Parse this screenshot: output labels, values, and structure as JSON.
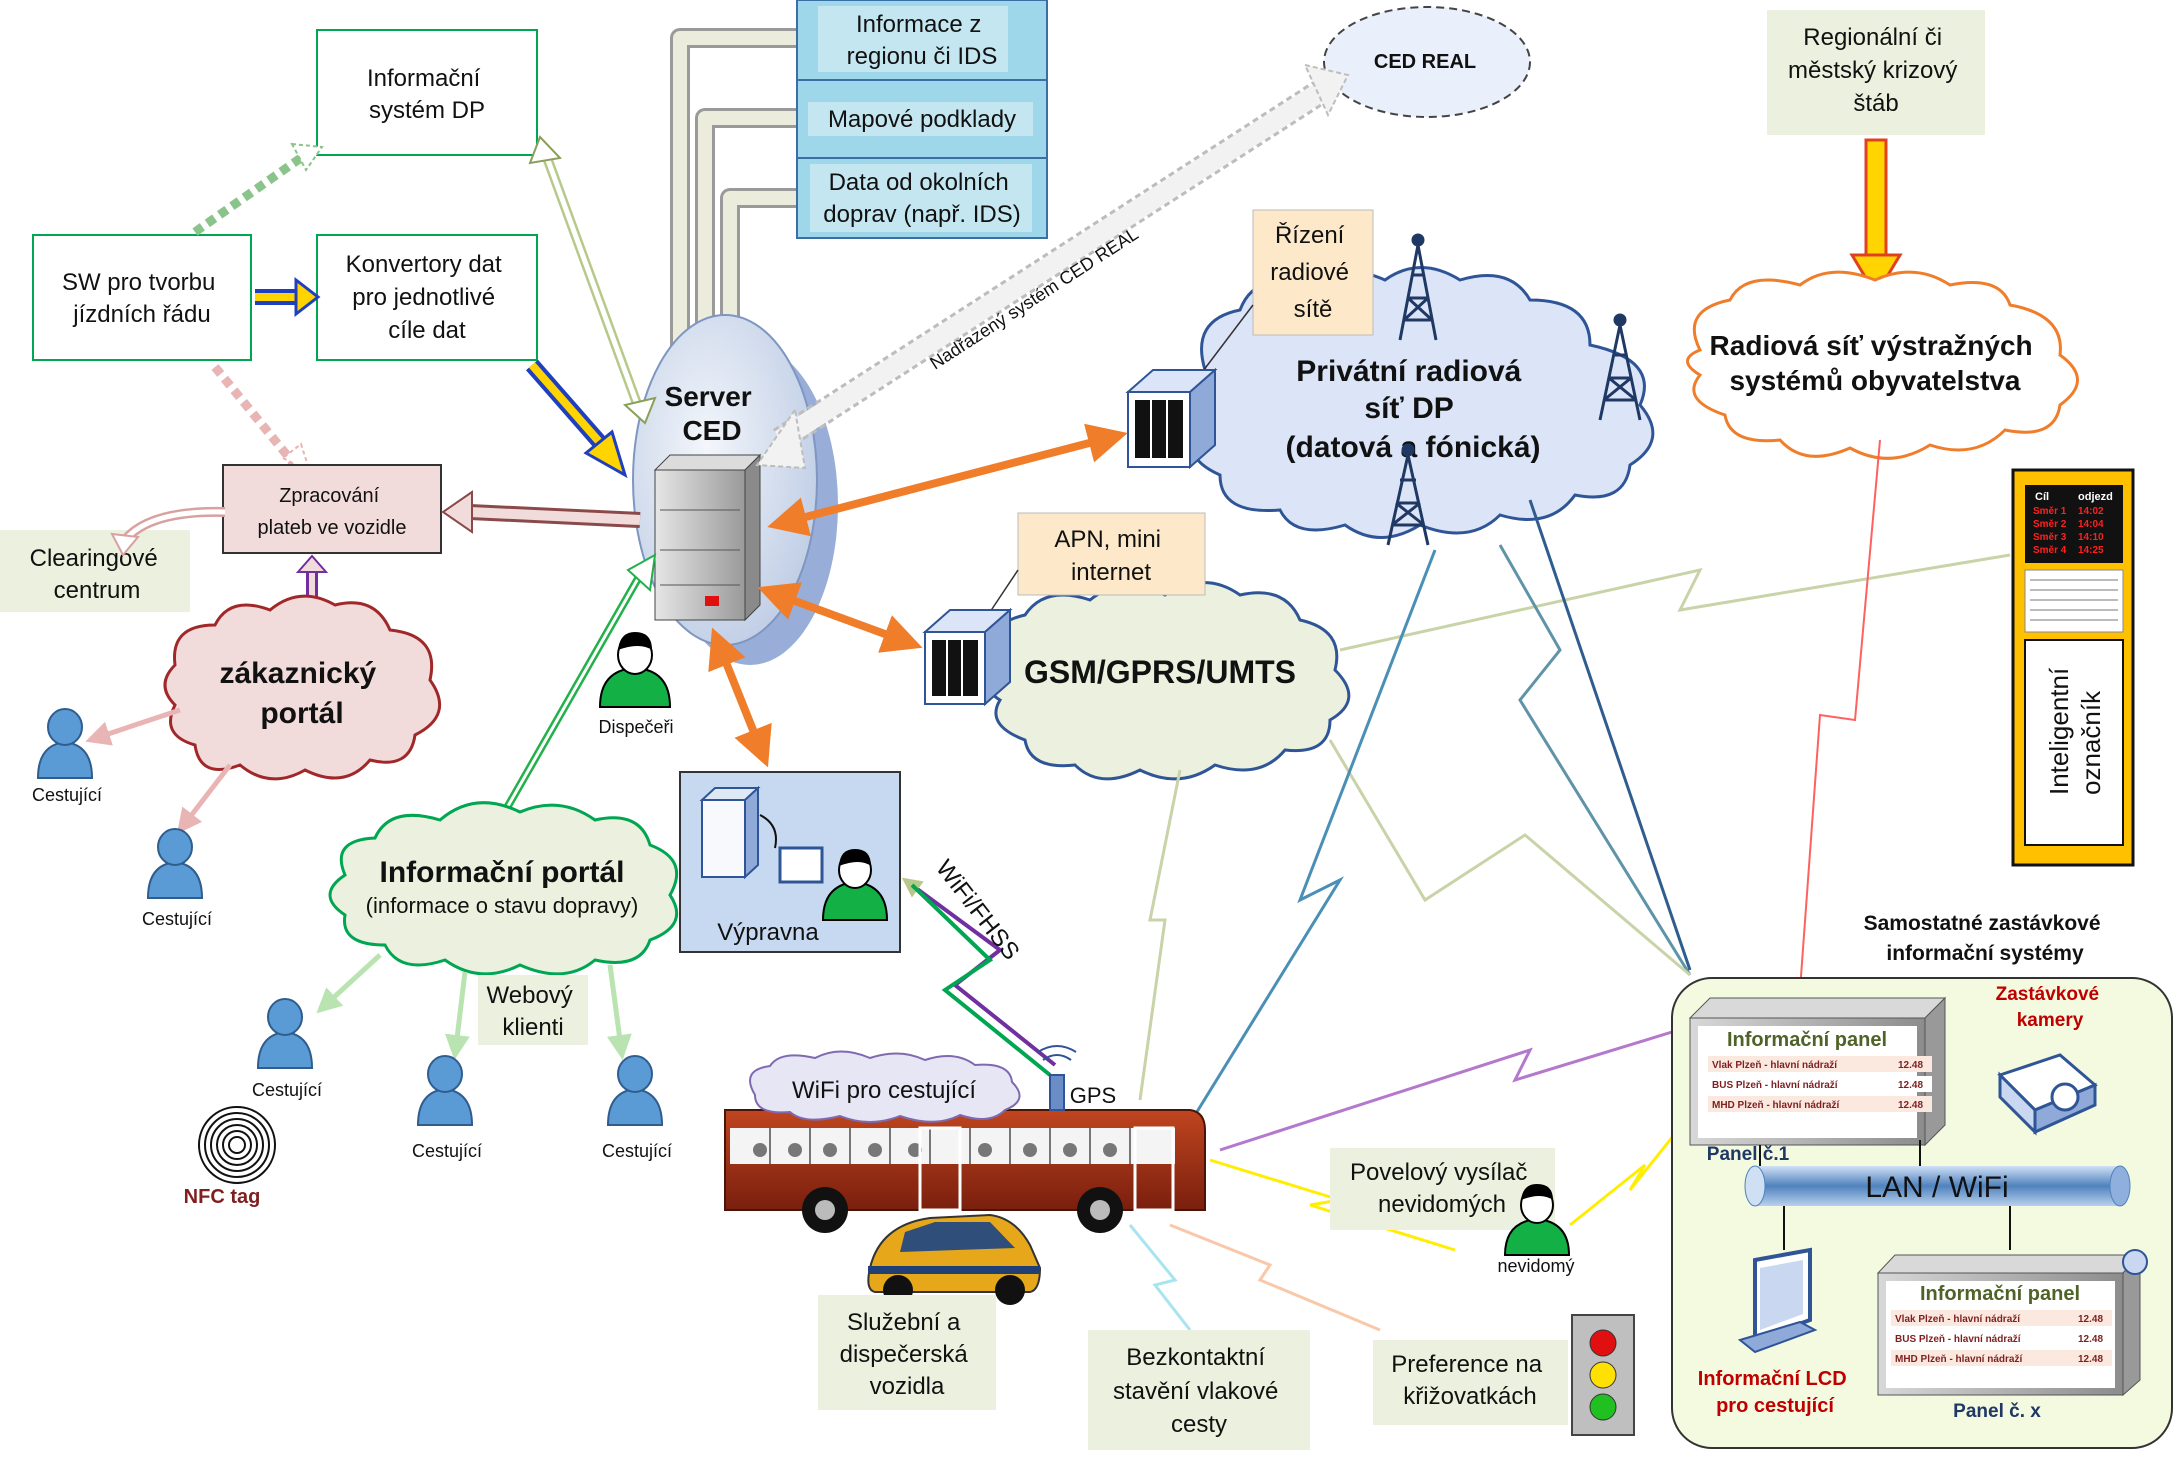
{
  "boxes": {
    "info_system": [
      "Informační",
      "systém DP"
    ],
    "sw_timetable": [
      "SW pro tvorbu",
      "jízdních řádu"
    ],
    "converters": [
      "Konvertory dat",
      "pro jednotlivé",
      "cíle dat"
    ],
    "region_info": [
      "Informace z",
      "regionu či IDS"
    ],
    "map_data": [
      "Mapové podklady"
    ],
    "other_carriers": [
      "Data od okolních",
      "doprav (např. IDS)"
    ],
    "payment": [
      "Zpracování",
      "plateb ve vozidle"
    ],
    "radio_control": [
      "Řízení",
      "radiové",
      "sítě"
    ],
    "apn": [
      "APN, mini",
      "internet"
    ],
    "crisis_staff": [
      "Regionální či",
      "městský krizový",
      "štáb"
    ]
  },
  "labels": {
    "ced_real": "CED REAL",
    "superior_system": "Nadřazený systém CED REAL",
    "server": [
      "Server",
      "CED"
    ],
    "dispatchers": "Dispečeři",
    "clearing": [
      "Clearingové",
      "centrum"
    ],
    "customer_portal": [
      "zákaznický",
      "portál"
    ],
    "private_radio": [
      "Privátní radiová",
      "síť DP",
      "(datová a fónická)"
    ],
    "gsm": "GSM/GPRS/UMTS",
    "warning_radio": [
      "Radiová síť výstražných",
      "systémů obyvatelstva"
    ],
    "dispatch_room": "Výpravna",
    "wifi_fhss": "WiFi/FHSS",
    "info_portal": "Informační portál",
    "info_portal_sub": "(informace o stavu dopravy)",
    "web_clients": [
      "Webový",
      "klienti"
    ],
    "passenger": "Cestující",
    "nfc": "NFC tag",
    "wifi_passengers": "WiFi pro cestující",
    "gps": "GPS",
    "service_vehicles": [
      "Služební a",
      "dispečerská",
      "vozidla"
    ],
    "train_route": [
      "Bezkontaktní",
      "stavění vlakové",
      "cesty"
    ],
    "junction_pref": [
      "Preference na",
      "křižovatkách"
    ],
    "blind_transmitter": [
      "Povelový vysílač",
      "nevidomých"
    ],
    "blind_person": "nevidomý",
    "stop_systems": [
      "Samostatné zastávkové",
      "informační systémy"
    ],
    "stop_cameras": [
      "Zastávkové",
      "kamery"
    ],
    "panel_1": "Panel č.1",
    "panel_x": "Panel č. x",
    "lan": "LAN / WiFi",
    "lcd": [
      "Informační LCD",
      "pro cestující"
    ],
    "smart_validator": [
      "Inteligentní",
      "označník"
    ]
  },
  "info_panel": {
    "title": "Informační panel",
    "rows": [
      {
        "type": "Vlak",
        "text": "Plzeň - hlavní nádraží",
        "time": "12.48"
      },
      {
        "type": "BUS",
        "text": "Plzeň - hlavní nádraží",
        "time": "12.48"
      },
      {
        "type": "MHD",
        "text": "Plzeň - hlavní nádraží",
        "time": "12.48"
      }
    ]
  },
  "validator_display": {
    "header": [
      "Cíl",
      "odjezd"
    ],
    "rows": [
      [
        "Směr 1",
        "14:02"
      ],
      [
        "Směr 2",
        "14:04"
      ],
      [
        "Směr 3",
        "14:10"
      ],
      [
        "Směr 4",
        "14:25"
      ]
    ]
  },
  "colors": {
    "box_green": "#00a651",
    "box_blue_fill": "#9fd7ea",
    "payment_fill": "#f2dcdb",
    "orange_arrow": "#f07d2a",
    "cloud_blue": "#dbe5f7",
    "cloud_green": "#ebf1de",
    "cloud_pink": "#f2dcdb",
    "stop_area": "#f4fadf",
    "validator_yellow": "#ffc000"
  }
}
